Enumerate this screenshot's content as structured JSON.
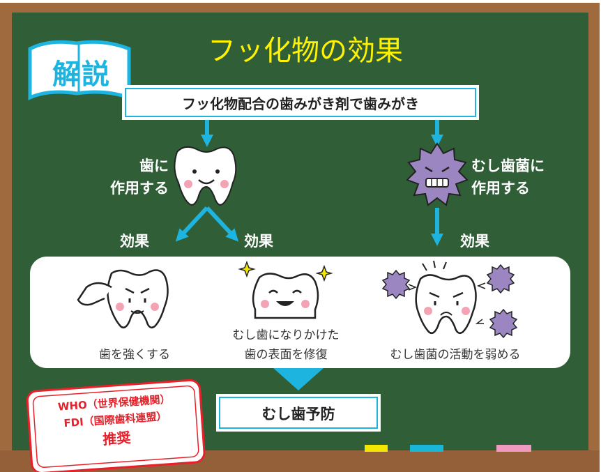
{
  "title": "フッ化物の効果",
  "badge": "解説",
  "top_box": "フッ化物配合の歯みがき剤で歯みがき",
  "left_label_line1": "歯に",
  "left_label_line2": "作用する",
  "right_label_line1": "むし歯菌に",
  "right_label_line2": "作用する",
  "effect_left": "効果",
  "effect_mid": "効果",
  "effect_right": "効果",
  "effects": [
    {
      "line1": "",
      "line2": "歯を強くする"
    },
    {
      "line1": "むし歯になりかけた",
      "line2": "歯の表面を修復"
    },
    {
      "line1": "",
      "line2": "むし歯菌の活動を弱める"
    }
  ],
  "result_box": "むし歯予防",
  "stamp": {
    "line1": "WHO（世界保健機関）",
    "line2": "FDI（国際歯科連盟）",
    "line3": "推奨"
  },
  "colors": {
    "board": "#2f5e37",
    "frame": "#a06a3f",
    "arrow": "#1eb4e0",
    "title": "#fff200",
    "stamp": "#e8202a",
    "germ": "#9c86c1",
    "chalk_yellow": "#f3e600",
    "chalk_blue": "#18b6d9",
    "chalk_pink": "#ee9bbf"
  },
  "icons": [
    "tooth-smile-icon",
    "germ-icon",
    "strong-tooth-icon",
    "sparkle-tooth-icon",
    "angry-tooth-icon"
  ]
}
